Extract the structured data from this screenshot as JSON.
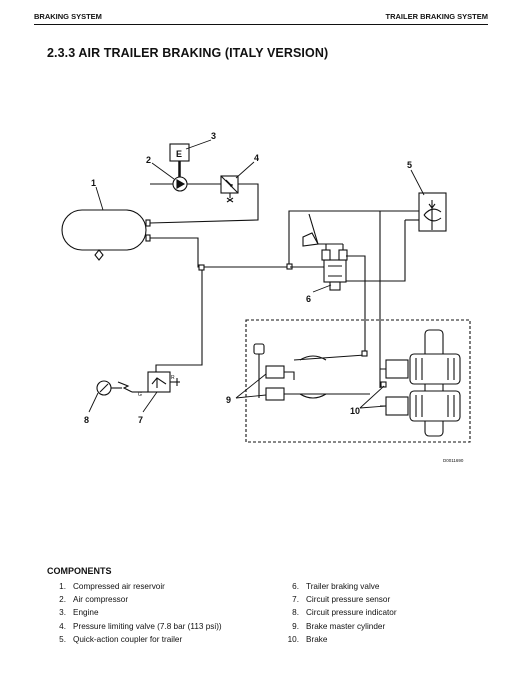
{
  "header": {
    "left": "BRAKING SYSTEM",
    "right": "TRAILER BRAKING SYSTEM"
  },
  "title": "2.3.3 AIR TRAILER BRAKING (ITALY VERSION)",
  "diagram": {
    "callouts": [
      "1",
      "2",
      "3",
      "4",
      "5",
      "6",
      "7",
      "8",
      "9",
      "10"
    ],
    "engine_letter": "E",
    "code": "D0011690",
    "small_labels": [
      "G",
      "R"
    ]
  },
  "components": {
    "heading": "COMPONENTS",
    "left": [
      {
        "num": "1.",
        "label": "Compressed air reservoir"
      },
      {
        "num": "2.",
        "label": "Air compressor"
      },
      {
        "num": "3.",
        "label": "Engine"
      },
      {
        "num": "4.",
        "label": "Pressure limiting valve (7.8 bar (113 psi))"
      },
      {
        "num": "5.",
        "label": "Quick-action coupler for trailer"
      }
    ],
    "right": [
      {
        "num": "6.",
        "label": "Trailer braking valve"
      },
      {
        "num": "7.",
        "label": "Circuit pressure sensor"
      },
      {
        "num": "8.",
        "label": "Circuit pressure indicator"
      },
      {
        "num": "9.",
        "label": "Brake master cylinder"
      },
      {
        "num": "10.",
        "label": "Brake"
      }
    ]
  }
}
